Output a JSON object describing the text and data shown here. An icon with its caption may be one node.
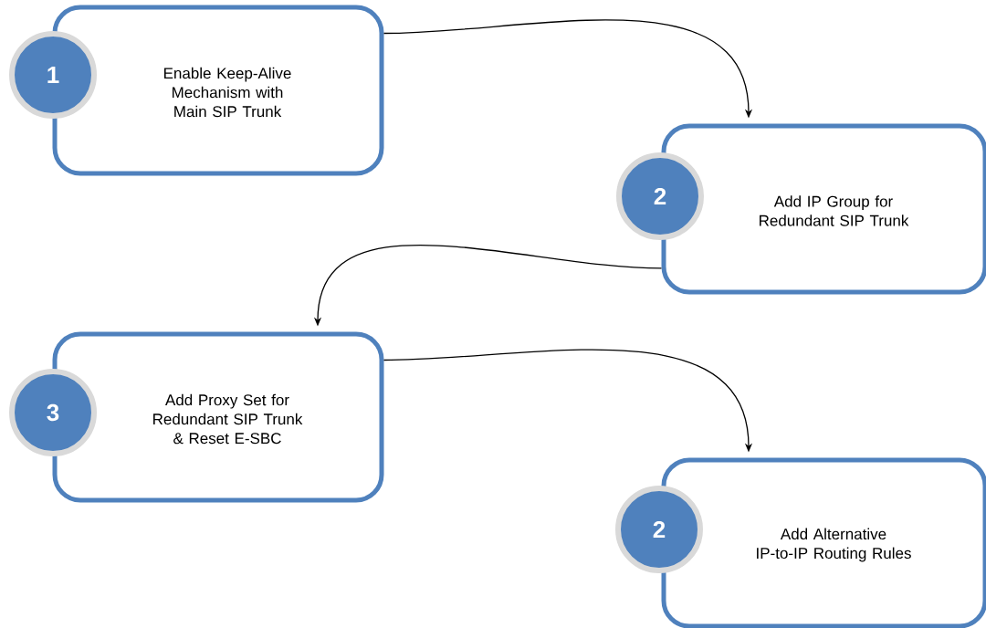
{
  "diagram": {
    "nodes": [
      {
        "text": [
          "1"
        ]
      },
      {
        "text": [
          "Enable Keep-Alive Mechanism with Main SIP Trunk"
        ]
      },
      {
        "text": [
          "2"
        ]
      },
      {
        "text": [
          "Add IP Group for Redundant SIP Trunk"
        ]
      },
      {
        "text": [
          "3"
        ]
      },
      {
        "text": [
          "Add Proxy Set for Redundant SIP Trunk & Reset E-SBC"
        ]
      },
      {
        "text": [
          "2"
        ]
      },
      {
        "text": [
          "Add Alternative IP-to-IP Routing Rules"
        ]
      }
    ],
    "edges": [
      {
        "from": 1,
        "to": 3,
        "arrow": "to"
      },
      {
        "from": 3,
        "to": 5,
        "arrow": "to"
      },
      {
        "from": 5,
        "to": 7,
        "arrow": "to"
      }
    ]
  }
}
